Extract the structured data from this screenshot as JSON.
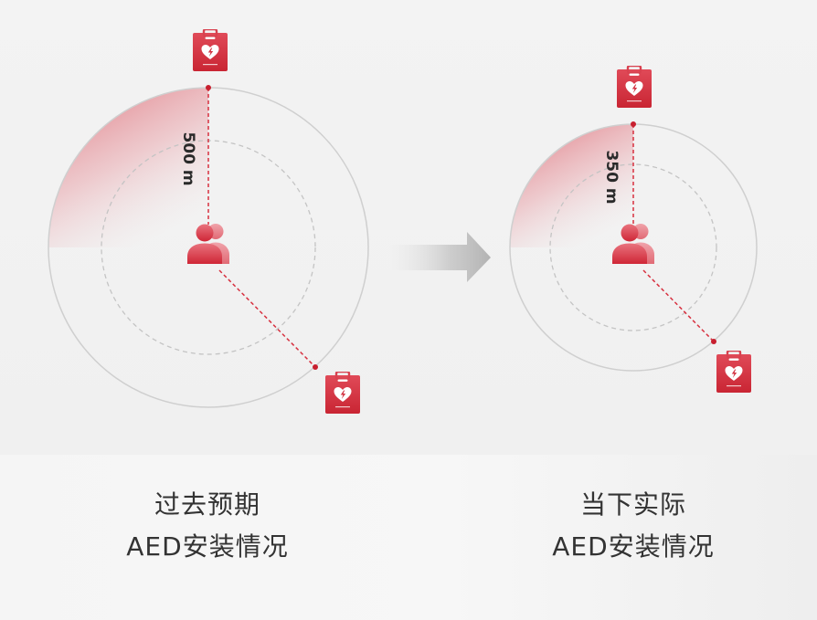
{
  "left_panel": {
    "radius_label": "500 m",
    "caption_line1": "过去预期",
    "caption_line2": "AED安装情况"
  },
  "right_panel": {
    "radius_label": "350 m",
    "caption_line1": "当下实际",
    "caption_line2": "AED安装情况"
  },
  "icons": {
    "person": "people-icon",
    "aed": "aed-box-icon",
    "arrow": "right-arrow-icon"
  },
  "colors": {
    "accent": "#d7303f",
    "accent_light": "#e9848d",
    "ring": "#cfcfcf",
    "dashed_ring": "#c4c4c4",
    "text": "#333333"
  }
}
